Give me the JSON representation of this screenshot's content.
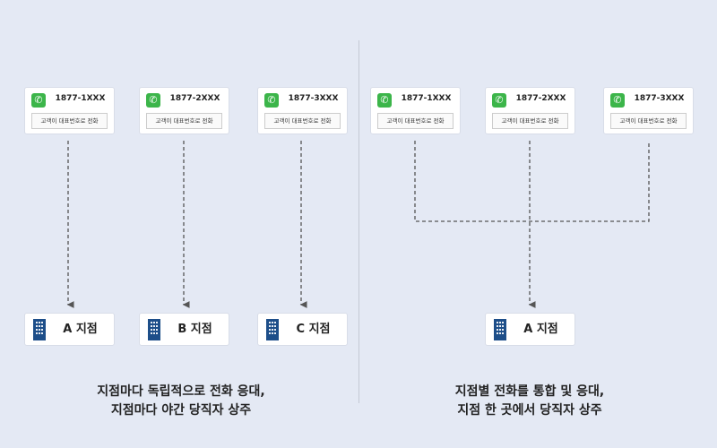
{
  "left": {
    "phones": [
      {
        "number": "1877-1XXX",
        "label": "고객이 대표번호로 전화"
      },
      {
        "number": "1877-2XXX",
        "label": "고객이 대표번호로 전화"
      },
      {
        "number": "1877-3XXX",
        "label": "고객이 대표번호로 전화"
      }
    ],
    "branches": [
      "A 지점",
      "B 지점",
      "C 지점"
    ],
    "caption": [
      "지점마다 독립적으로 전화 응대,",
      "지점마다 야간 당직자 상주"
    ]
  },
  "right": {
    "phones": [
      {
        "number": "1877-1XXX",
        "label": "고객이 대표번호로 전화"
      },
      {
        "number": "1877-2XXX",
        "label": "고객이 대표번호로 전화"
      },
      {
        "number": "1877-3XXX",
        "label": "고객이 대표번호로 전화"
      }
    ],
    "branches": [
      "A 지점"
    ],
    "caption": [
      "지점별 전화를 통합 및 응대,",
      "지점 한 곳에서 당직자 상주"
    ]
  },
  "colors": {
    "phone": "#3cb54a",
    "building": "#1d4e89",
    "background": "#e4e9f4"
  }
}
